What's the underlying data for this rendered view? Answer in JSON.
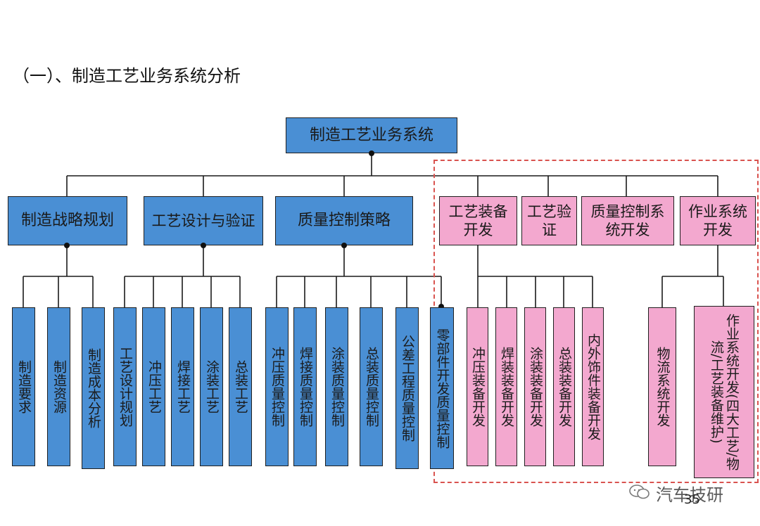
{
  "heading": "（一）、制造工艺业务系统分析",
  "root": "制造工艺业务系统",
  "level1": [
    "制造战略规划",
    "工艺设计与验证",
    "质量控制策略",
    "工艺装备开发",
    "工艺验证",
    "质量控制系统开发",
    "作业系统开发"
  ],
  "leaves_strategy": [
    "制造要求",
    "制造资源",
    "制造成本分析"
  ],
  "leaves_design": [
    "工艺设计规划",
    "冲压工艺",
    "焊接工艺",
    "涂装工艺",
    "总装工艺"
  ],
  "leaves_quality": [
    "冲压质量控制",
    "焊接质量控制",
    "涂装质量控制",
    "总装质量控制",
    "公差工程质量控制",
    "零部件开发质量控制"
  ],
  "leaves_equipment": [
    "冲压装备开发",
    "焊装装备开发",
    "涂装装备开发",
    "总装装备开发",
    "内外饰件装备开发"
  ],
  "leaves_operation": [
    "物流系统开发",
    "作业系统开发(四大工艺/物流/工艺装备维护)"
  ],
  "colors": {
    "internal": "#4a8fd4",
    "external": "#f3a8cf",
    "highlight_border": "#d9534f"
  },
  "watermark": "汽车技研",
  "page_number": "35"
}
